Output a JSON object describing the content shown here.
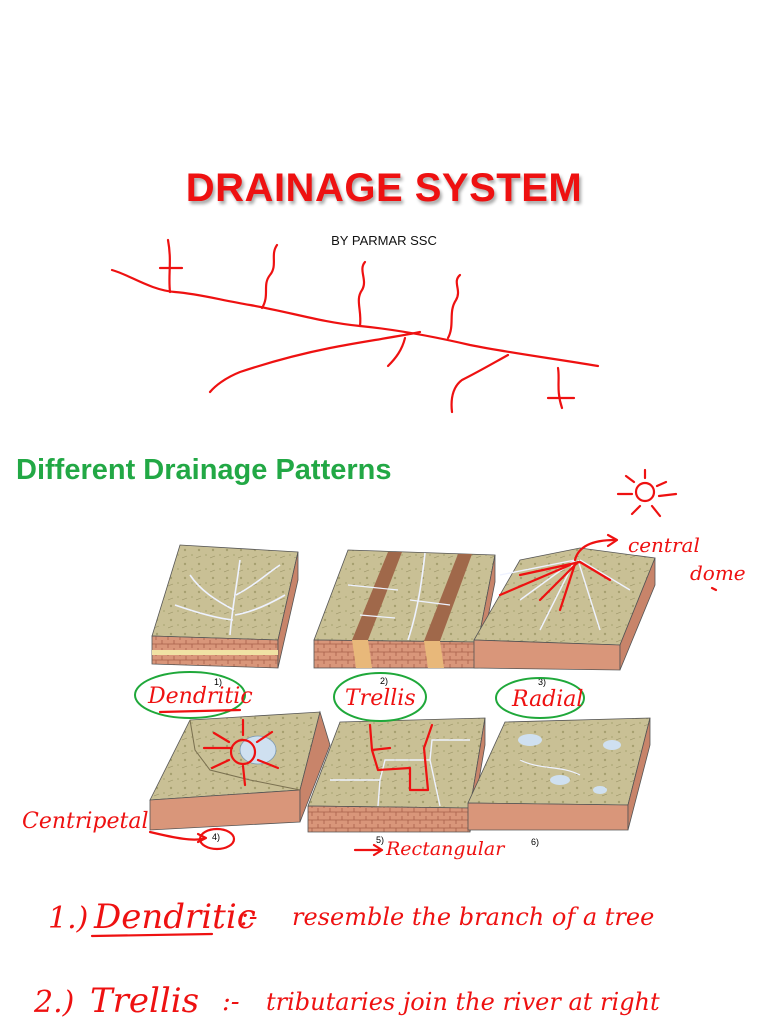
{
  "slide": {
    "title": "DRAINAGE SYSTEM",
    "byline": "BY PARMAR SSC",
    "subtitle": "Different Drainage Patterns"
  },
  "figure": {
    "numbers": [
      "1)",
      "2)",
      "3)",
      "4)",
      "5)",
      "6)"
    ]
  },
  "annotations": {
    "dendritic": "Dendritic",
    "trellis": "Trellis",
    "radial": "Radial",
    "central_dome": [
      "central",
      "dome"
    ],
    "centripetal": "Centripetal",
    "rectangular": "Rectangular",
    "note1": {
      "num": "1.)",
      "term": "Dendritic",
      "sep": ":-",
      "text": "resemble the branch of a tree"
    },
    "note2": {
      "num": "2.)",
      "term": "Trellis",
      "sep": ":-",
      "text": "tributaries join the river at right"
    }
  },
  "colors": {
    "title": "#ee1111",
    "subtitle": "#22a845",
    "ink": "#ee1111",
    "circle": "#1fa83a"
  }
}
